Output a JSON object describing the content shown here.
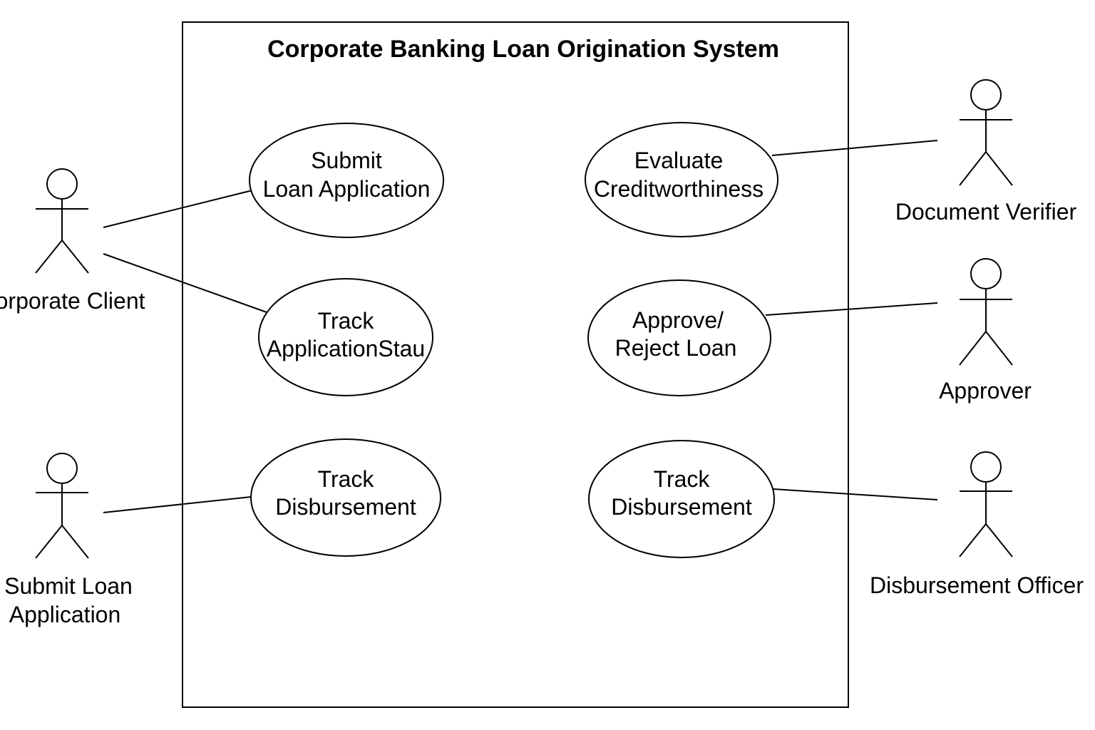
{
  "system": {
    "title": "Corporate Banking Loan Origination System"
  },
  "use_cases": {
    "submit_loan_application": {
      "line1": "Submit",
      "line2": "Loan Application"
    },
    "track_application_status": {
      "line1": "Track",
      "line2": "ApplicationStau"
    },
    "track_disbursement_left": {
      "line1": "Track",
      "line2": "Disbursement"
    },
    "evaluate_creditworthiness": {
      "line1": "Evaluate",
      "line2": "Creditworthiness"
    },
    "approve_reject_loan": {
      "line1": "Approve/",
      "line2": "Reject Loan"
    },
    "track_disbursement_right": {
      "line1": "Track",
      "line2": "Disbursement"
    }
  },
  "actors": {
    "corporate_client": {
      "label": "Corporate Client"
    },
    "submit_loan_application_actor": {
      "line1": "Submit Loan",
      "line2": "Application"
    },
    "document_verifier": {
      "label": "Document Verifier"
    },
    "approver": {
      "label": "Approver"
    },
    "disbursement_officer": {
      "label": "Disbursement Officer"
    }
  }
}
